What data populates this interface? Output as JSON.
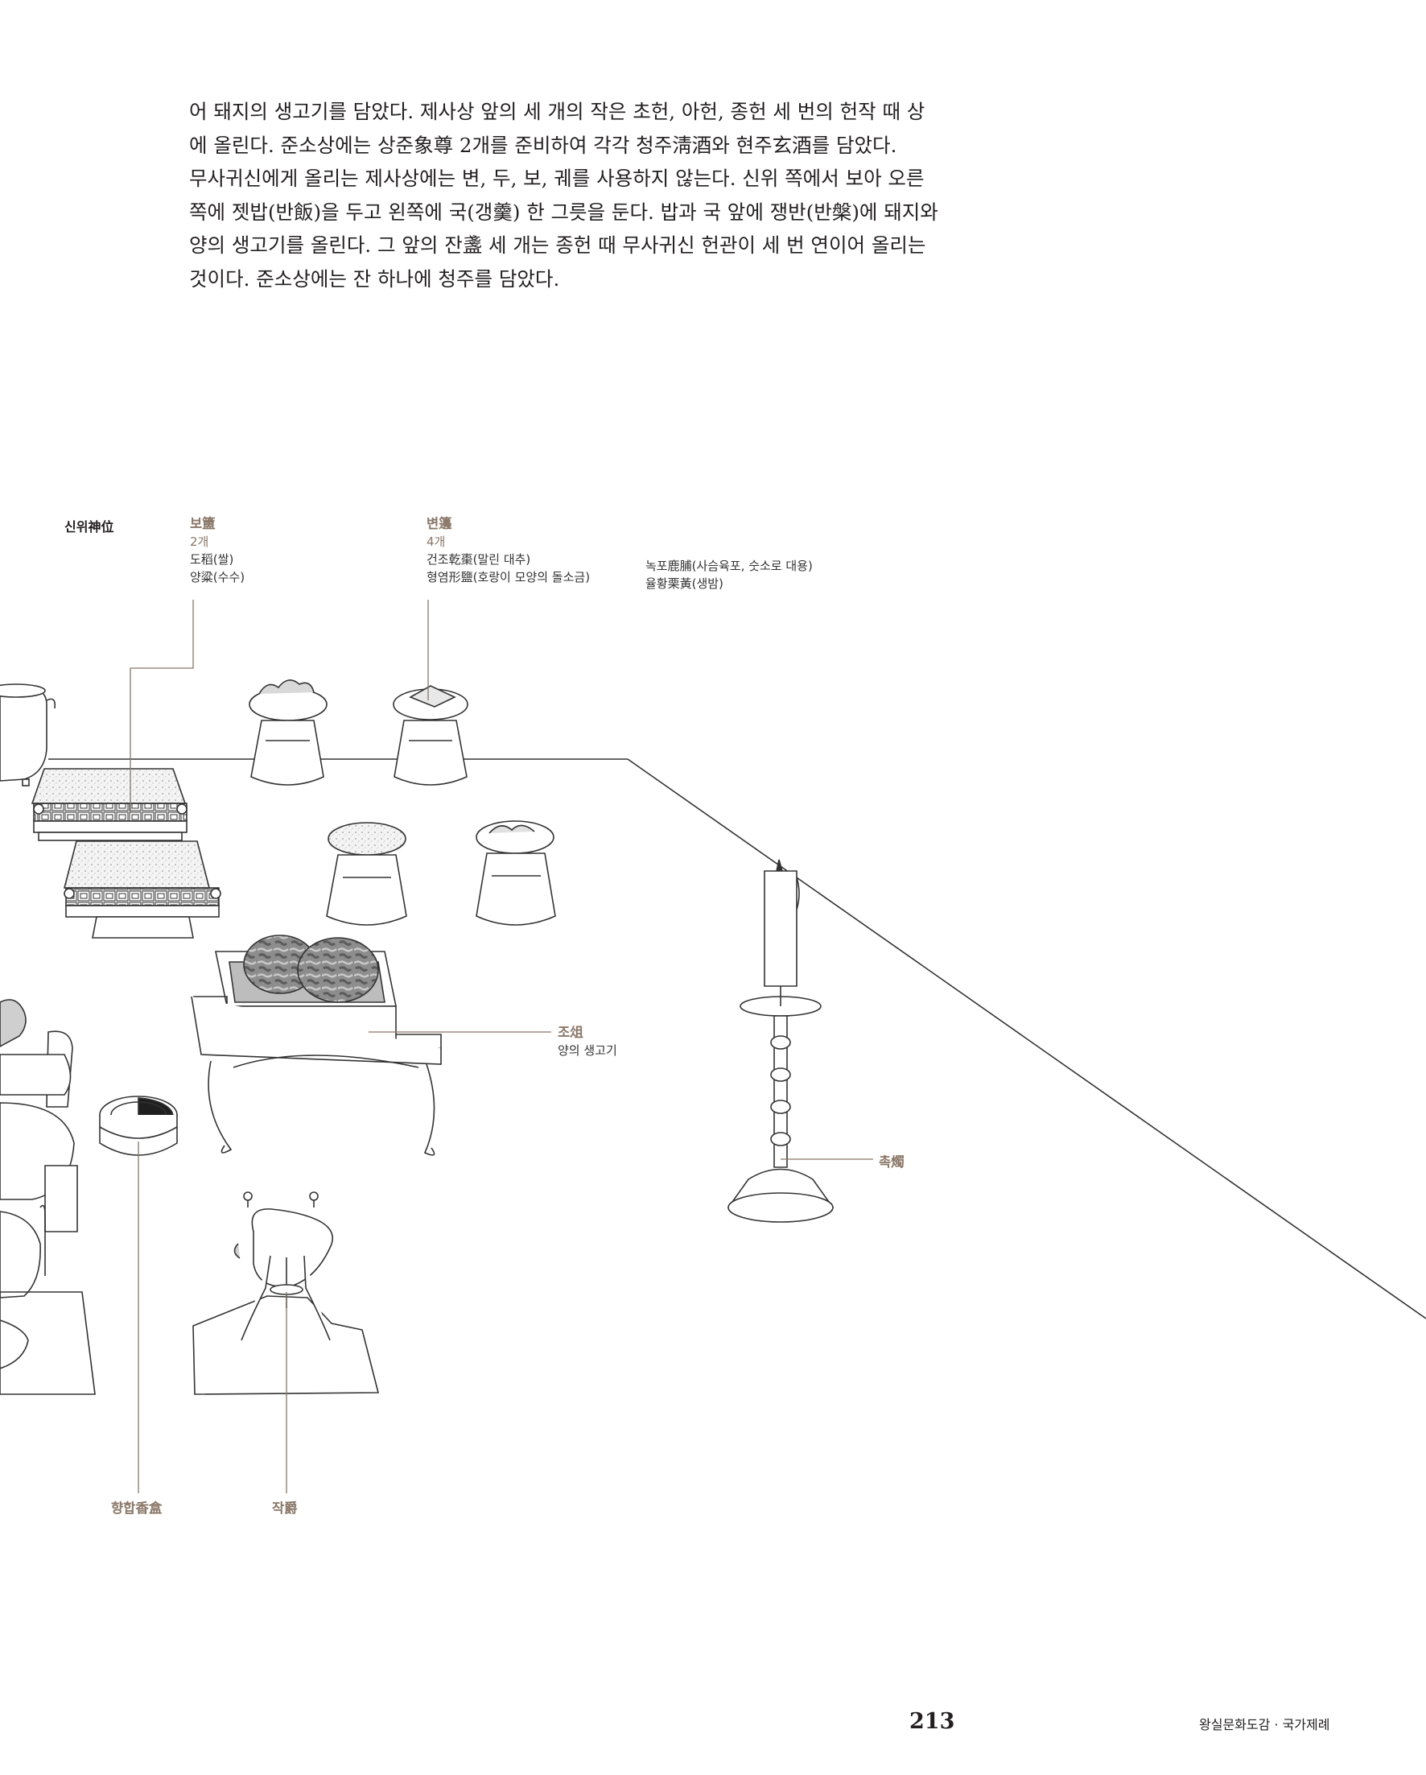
{
  "body_text": {
    "p1_line1": "어 돼지의 생고기를 담았다. 제사상 앞의 세 개의 작은 초헌, 아헌, 종헌 세 번의 헌작 때 상",
    "p1_line2": "에 올린다. 준소상에는 상준象尊 2개를 준비하여 각각 청주淸酒와 현주玄酒를 담았다.",
    "p2_line1": "무사귀신에게 올리는 제사상에는 변, 두, 보, 궤를 사용하지 않는다. 신위 쪽에서 보아 오른",
    "p2_line2": "쪽에 젯밥(반飯)을 두고 왼쪽에 국(갱羹) 한 그릇을 둔다. 밥과 국 앞에 쟁반(반槃)에 돼지와",
    "p2_line3": "양의 생고기를 올린다. 그 앞의 잔盞 세 개는 종헌 때 무사귀신 헌관이 세 번 연이어 올리는",
    "p2_line4": "것이다. 준소상에는 잔 하나에 청주를 담았다."
  },
  "labels": {
    "shinwi": "신위神位",
    "bo": {
      "title": "보簠",
      "count": "2개",
      "items": [
        "도稻(쌀)",
        "양粱(수수)"
      ]
    },
    "byeon": {
      "title": "변籩",
      "count": "4개",
      "items": [
        "건조乾棗(말린 대추)",
        "형염形鹽(호랑이 모양의 돌소금)"
      ]
    },
    "byeon2": {
      "items": [
        "녹포鹿脯(사슴육포, 숫소로 대용)",
        "율황栗黃(생밤)"
      ]
    },
    "jo": {
      "title": "조俎",
      "desc": "양의 생고기"
    },
    "chokchok": "촉燭",
    "hyanghap": "향합香盒",
    "jak": "작爵"
  },
  "footer": {
    "page_number": "213",
    "book_title": "왕실문화도감 · 국가제례"
  },
  "colors": {
    "text": "#231f20",
    "label_accent": "#8a7767",
    "leader_line": "#8a7767",
    "outline": "#333333"
  }
}
